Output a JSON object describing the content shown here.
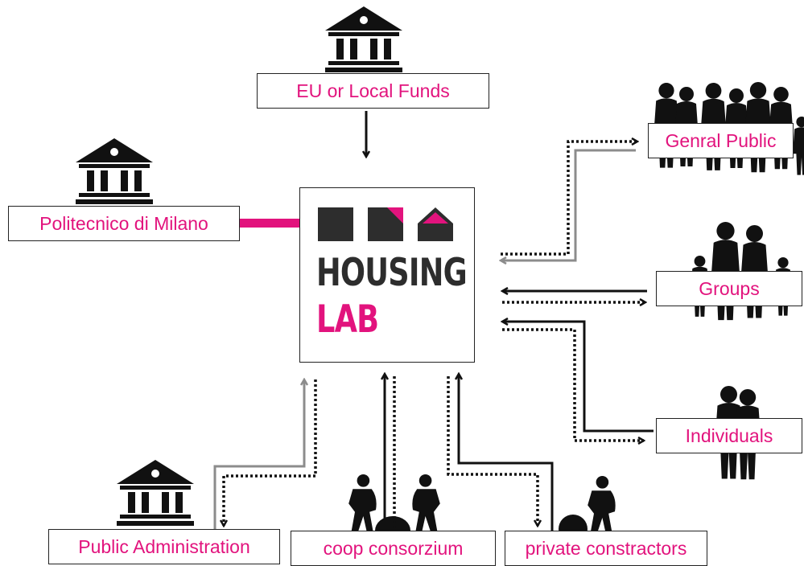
{
  "nodes": {
    "funds": "EU or Local Funds",
    "polimi": "Politecnico di Milano",
    "public": "Genral Public",
    "groups": "Groups",
    "individuals": "Individuals",
    "public_admin": "Public Administration",
    "coop": "coop consorzium",
    "private": "private constractors"
  },
  "logo": {
    "line1": "HOUSING",
    "line2": "LAB"
  },
  "icons": [
    "institution-icon",
    "crowd-icon",
    "group-people-icon",
    "couple-icon",
    "worker-icon"
  ],
  "colors": {
    "accent": "#e2137d",
    "dark": "#222222",
    "gray": "#8c8c8c"
  }
}
